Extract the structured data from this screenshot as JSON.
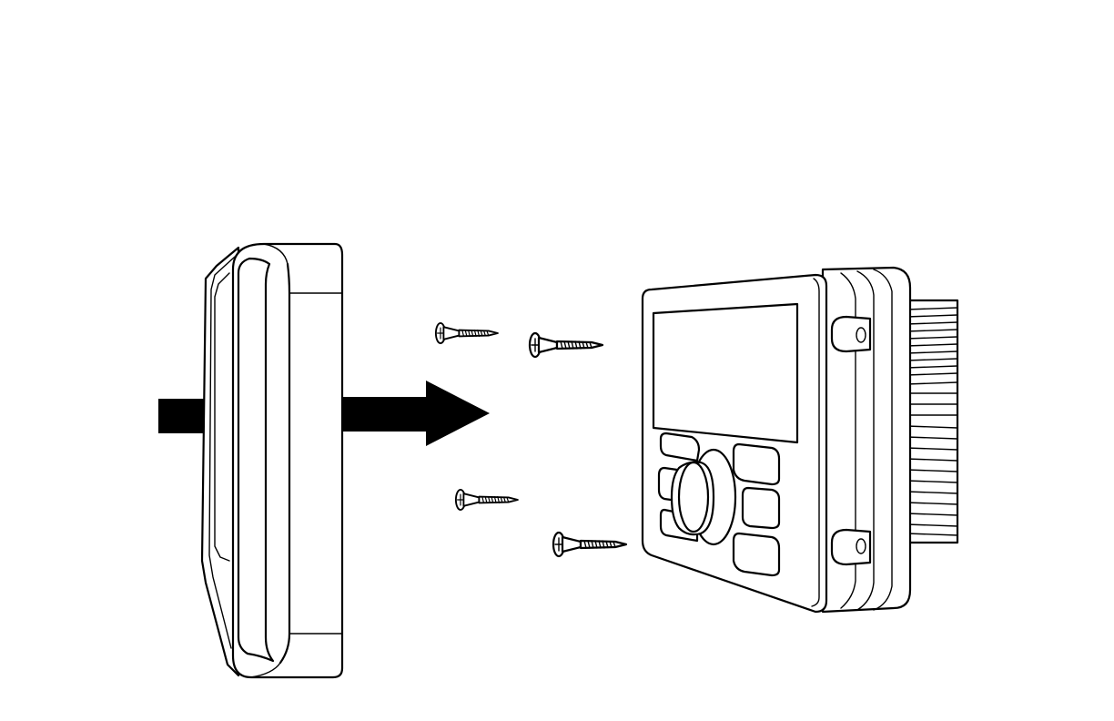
{
  "diagram": {
    "kind": "installation-exploded-view",
    "parts": [
      "mounting-bezel",
      "screws",
      "head-unit"
    ],
    "screw_count": 4,
    "colors": {
      "line": "#000000",
      "background": "#ffffff"
    }
  }
}
